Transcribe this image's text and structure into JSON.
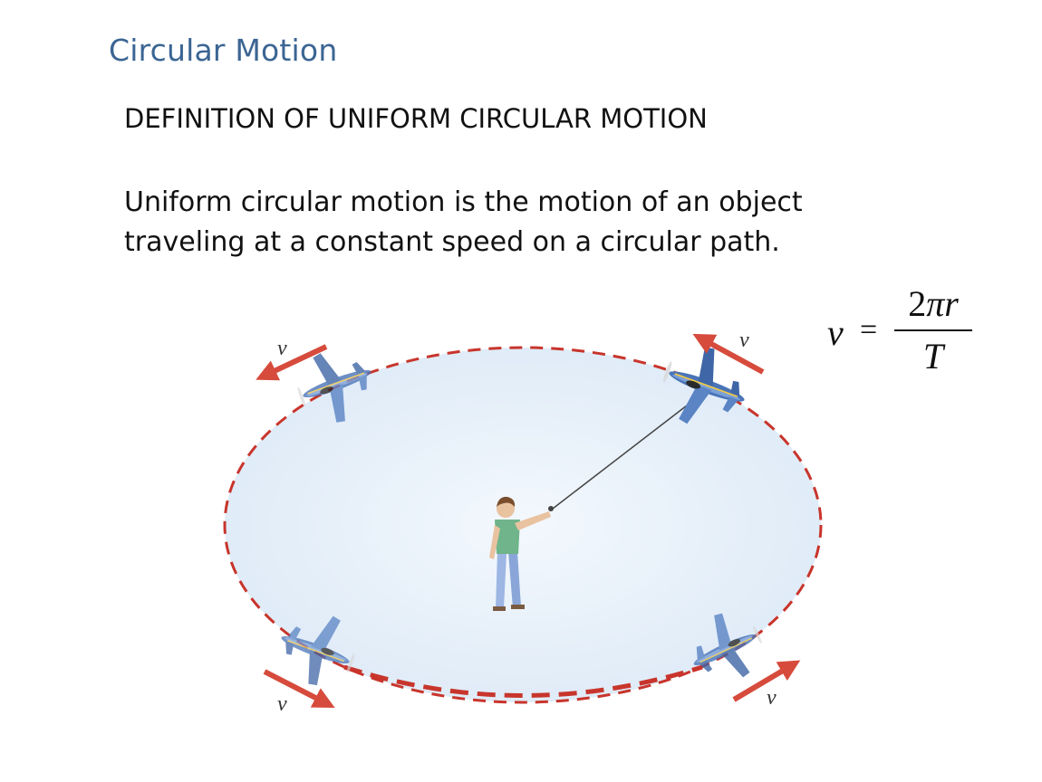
{
  "slide": {
    "title": "Circular Motion",
    "heading": "DEFINITION OF UNIFORM CIRCULAR MOTION",
    "body_lines": [
      "Uniform circular motion is the motion of an object",
      "traveling at a constant speed on a circular path."
    ]
  },
  "formula": {
    "lhs": "v",
    "equals": "=",
    "numerator_coefficient": "2",
    "numerator_symbols": "πr",
    "denominator": "T"
  },
  "diagram": {
    "velocity_labels": [
      "v",
      "v",
      "v",
      "v"
    ]
  },
  "colors": {
    "title": "#3b6593",
    "path_dashes": "#c8352c",
    "velocity_arrow": "#d64b3c",
    "plane_body": "#4a74b8",
    "field_fill": "#e4effa"
  }
}
